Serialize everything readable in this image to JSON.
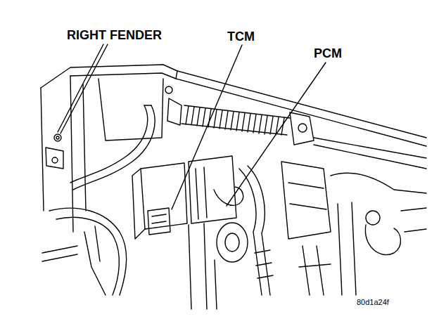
{
  "diagram": {
    "labels": [
      "RIGHT FENDER",
      "TCM",
      "PCM",
      "80d1a24f"
    ]
  }
}
